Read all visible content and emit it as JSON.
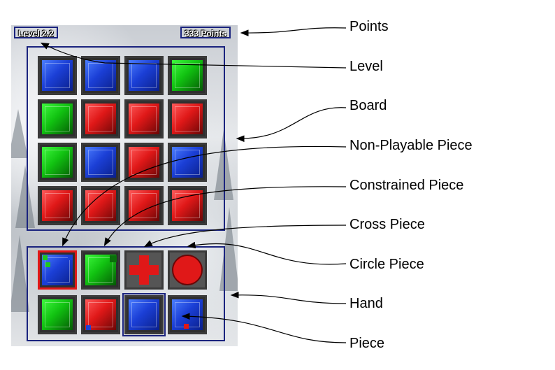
{
  "hud": {
    "level": "Level 2.2",
    "points": "333 Points"
  },
  "board": {
    "rows": [
      [
        "blue",
        "blue",
        "blue",
        "green"
      ],
      [
        "green",
        "red",
        "red",
        "red"
      ],
      [
        "green",
        "blue",
        "red",
        "blue"
      ],
      [
        "red",
        "red",
        "red",
        "red"
      ]
    ]
  },
  "hand": {
    "top": [
      {
        "type": "non-playable",
        "color": "blue"
      },
      {
        "type": "constrained",
        "color": "green"
      },
      {
        "type": "cross",
        "color": "red"
      },
      {
        "type": "circle",
        "color": "red"
      }
    ],
    "bottom": [
      {
        "type": "normal",
        "color": "green"
      },
      {
        "type": "normal",
        "color": "red"
      },
      {
        "type": "normal",
        "color": "blue"
      },
      {
        "type": "normal",
        "color": "blue"
      }
    ]
  },
  "annotations": {
    "points": "Points",
    "level": "Level",
    "board": "Board",
    "non_playable": "Non-Playable Piece",
    "constrained": "Constrained Piece",
    "cross": "Cross Piece",
    "circle": "Circle Piece",
    "hand": "Hand",
    "piece": "Piece"
  },
  "colors": {
    "frame": "#1a237e",
    "highlight": "#e01818",
    "blue": "#1b3fd6",
    "green": "#11c211",
    "red": "#e01818"
  }
}
